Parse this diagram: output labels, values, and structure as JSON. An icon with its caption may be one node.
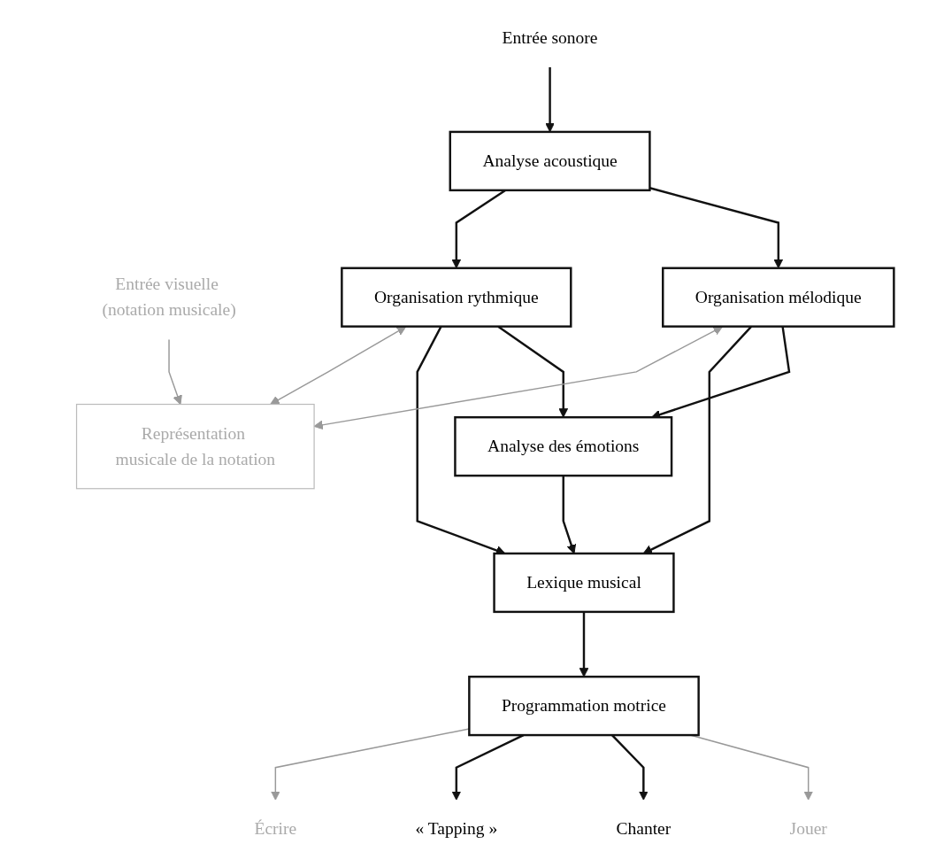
{
  "diagram": {
    "nodes": [
      {
        "text": [
          "Entrée sonore"
        ]
      },
      {
        "text": [
          "Entrée visuelle (notation musicale)"
        ]
      },
      {
        "text": [
          "Analyse acoustique"
        ]
      },
      {
        "text": [
          "Organisation mélodique"
        ]
      },
      {
        "text": [
          "Organisation rythmique"
        ]
      },
      {
        "text": [
          "Analyse des émotions"
        ]
      },
      {
        "text": [
          "Lexique musical"
        ]
      },
      {
        "text": [
          "Représentation musicale de la notation"
        ]
      },
      {
        "text": [
          "Programmation motrice"
        ]
      },
      {
        "text": [
          "Jouer"
        ]
      },
      {
        "text": [
          "Chanter"
        ]
      },
      {
        "text": [
          "« Tapping »"
        ]
      },
      {
        "text": [
          "Écrire"
        ]
      }
    ],
    "edges": [
      {
        "from": 0,
        "to": 2,
        "arrow": "to"
      },
      {
        "from": 2,
        "to": 3,
        "arrow": "to"
      },
      {
        "from": 2,
        "to": 4,
        "arrow": "to"
      },
      {
        "from": 3,
        "to": 5,
        "arrow": "to"
      },
      {
        "from": 3,
        "to": 6,
        "arrow": "to"
      },
      {
        "from": 4,
        "to": 5,
        "arrow": "to"
      },
      {
        "from": 4,
        "to": 6,
        "arrow": "to"
      },
      {
        "from": 5,
        "to": 6,
        "arrow": "to"
      },
      {
        "from": 1,
        "to": 7,
        "arrow": "to",
        "color": "#999999"
      },
      {
        "from": 4,
        "to": 7,
        "arrow": "both",
        "color": "#999999"
      },
      {
        "from": 3,
        "to": 7,
        "arrow": "both",
        "color": "#999999"
      },
      {
        "from": 6,
        "to": 8,
        "arrow": "to"
      },
      {
        "from": 8,
        "to": 9,
        "arrow": "to",
        "color": "#999999"
      },
      {
        "from": 8,
        "to": 10,
        "arrow": "to"
      },
      {
        "from": 8,
        "to": 11,
        "arrow": "to"
      },
      {
        "from": 8,
        "to": 12,
        "arrow": "to",
        "color": "#999999"
      }
    ]
  }
}
